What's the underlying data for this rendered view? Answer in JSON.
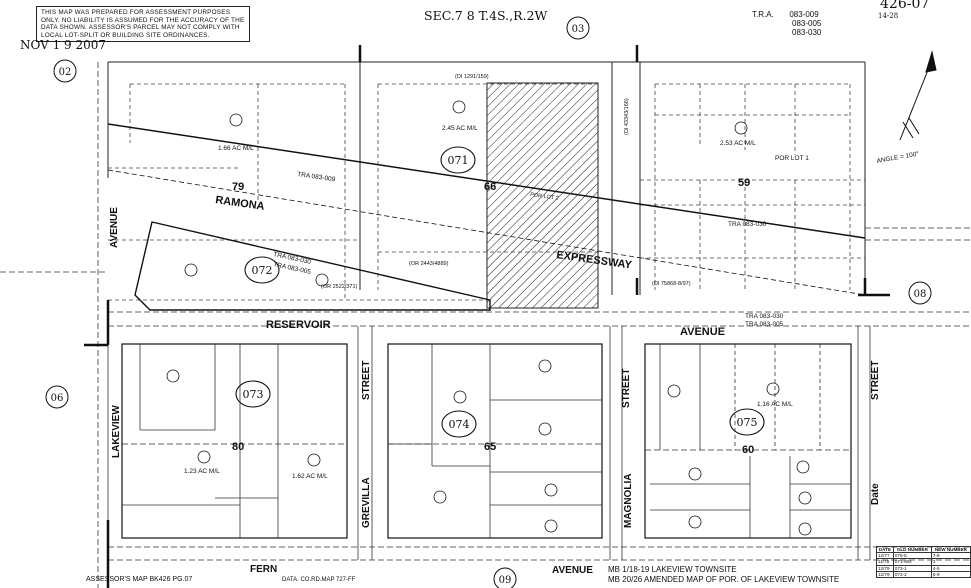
{
  "disclaimer": "THIS MAP WAS PREPARED FOR ASSESSMENT PURPOSES ONLY. NO LIABILITY IS ASSUMED FOR THE ACCURACY OF THE DATA SHOWN. ASSESSOR'S PARCEL MAY NOT COMPLY WITH LOCAL LOT-SPLIT OR BUILDING SITE ORDINANCES.",
  "date": "NOV 1 9 2007",
  "section": "SEC.7 8 T.4S.,R.2W",
  "book_page": "426-07",
  "book_sub": "14-28",
  "tra": {
    "label": "T.R.A.",
    "codes": [
      "083-009",
      "083-005",
      "083-030"
    ]
  },
  "page_refs": [
    "03",
    "02",
    "06",
    "08",
    "09"
  ],
  "blocks": [
    "071",
    "072",
    "073",
    "074",
    "075"
  ],
  "tract_lots": [
    "79",
    "66",
    "59",
    "80",
    "65",
    "60"
  ],
  "streets": {
    "ramona": "RAMONA",
    "expressway": "EXPRESSWAY",
    "reservoir": "RESERVOIR",
    "avenue": "AVENUE",
    "lakeview": "LAKEVIEW",
    "lakeview_avenue": "AVENUE",
    "grevilla": "GREVILLA",
    "grevilla_street": "STREET",
    "magnolia": "MAGNOLIA",
    "magnolia_street": "STREET",
    "date": "Date",
    "date_street": "STREET",
    "fern": "FERN",
    "fern_avenue": "AVENUE"
  },
  "tra_labels": [
    "TRA 083-009",
    "TRA 083-030",
    "TRA 083-030",
    "TRA 083-005",
    "TRA 083-030",
    "TRA 083-005"
  ],
  "acreage": [
    "1.66 AC M/L",
    "2.45 AC M/L",
    "2.53 AC M/L",
    "1.23 AC M/L",
    "1.62 AC M/L",
    "1.16 AC M/L"
  ],
  "por_labels": [
    "POR LOT 1",
    "POR LOT 2"
  ],
  "doc_refs": [
    "(DI 1291/159)",
    "(OR 2522/371)",
    "(OR 2443/4889)",
    "(DI 75868-8/97)",
    "(DI 43343/166)"
  ],
  "angle_note": "ANGLE = 100°",
  "footer": {
    "assessor": "ASSESSOR'S MAP BK426 PG.07",
    "data": "DATA. CO.RD.MAP 727-FF",
    "mb1_prefix": "MB",
    "mb1": "1/18-19  LAKEVIEW TOWNSITE",
    "mb2_prefix": "MB",
    "mb2": "20/26 AMENDED MAP OF POR. OF LAKEVIEW TOWNSITE"
  },
  "change_table": {
    "headers": [
      "DATE",
      "OLD NUMBER",
      "NEW NUMBER"
    ],
    "rows": [
      [
        "12/77",
        "075-5",
        "7-8"
      ],
      [
        "11/78",
        "071-904",
        "3"
      ],
      [
        "12/79",
        "073-1",
        "4-5"
      ],
      [
        "12/79",
        "073-2",
        "6-9"
      ],
      [
        "5/87",
        "",
        ""
      ]
    ]
  }
}
